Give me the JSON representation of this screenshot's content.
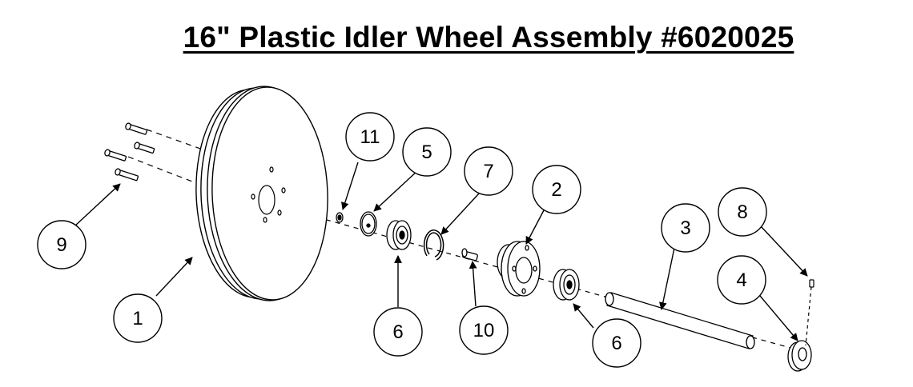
{
  "title": "16\" Plastic Idler Wheel Assembly #6020025",
  "callouts": [
    "1",
    "2",
    "3",
    "4",
    "5",
    "6",
    "6",
    "7",
    "8",
    "9",
    "10",
    "11"
  ]
}
